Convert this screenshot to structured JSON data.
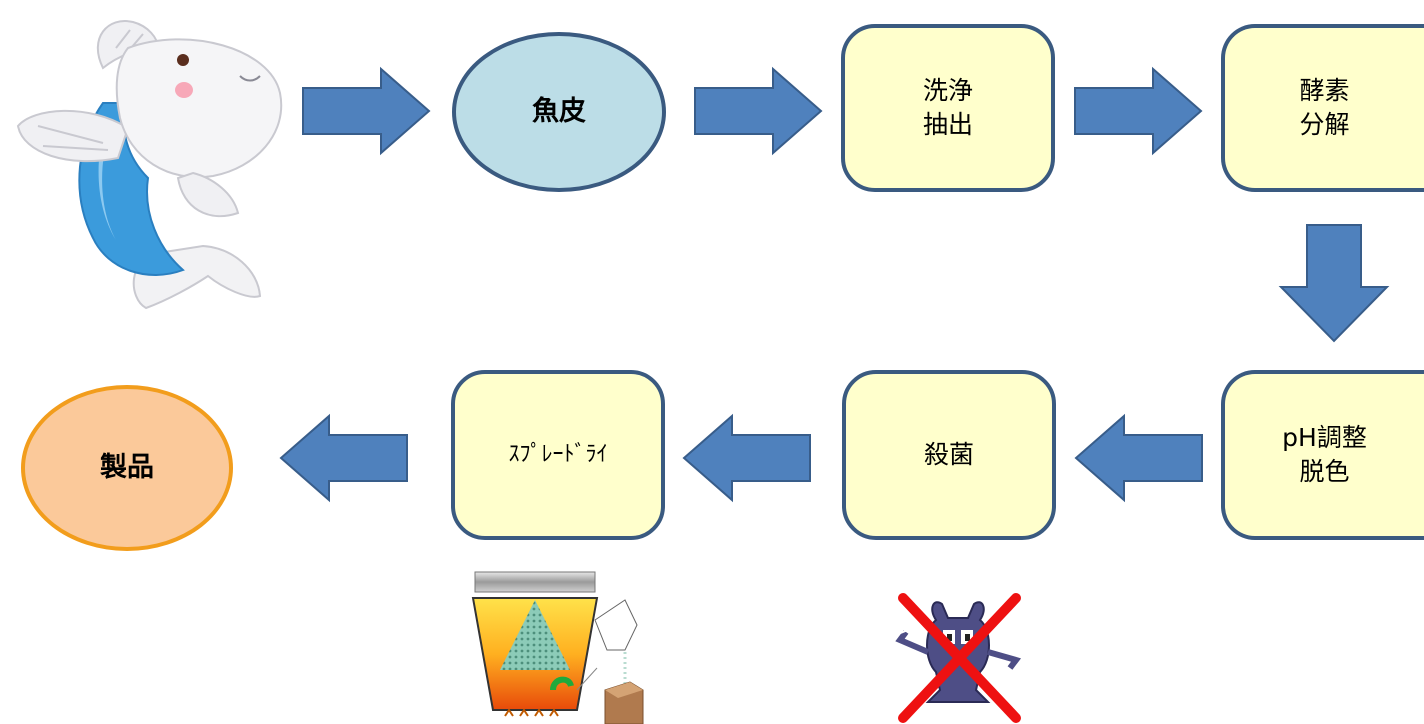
{
  "nodes": {
    "fish_skin": "魚皮",
    "wash_extract": "洗浄\n抽出",
    "enzyme_decompose": "酵素\n分解",
    "ph_adjust_decolor": "pH調整\n脱色",
    "sterilize": "殺菌",
    "spray_dry": "ｽﾌﾟﾚｰﾄﾞﾗｲ",
    "product": "製品"
  },
  "colors": {
    "arrow_fill": "#4f81bd",
    "arrow_stroke": "#385d8a",
    "box_fill": "#ffffcc",
    "box_border": "#3a5a80",
    "skin_fill": "#bcdde7",
    "product_fill": "#fbc99a",
    "product_border": "#f29d1c",
    "cross": "#ee1111"
  },
  "icons": {
    "mascot": "fish-mascot-icon",
    "spray_dryer": "spray-dryer-icon",
    "germ_crossed": "crossed-out-germ-icon"
  }
}
